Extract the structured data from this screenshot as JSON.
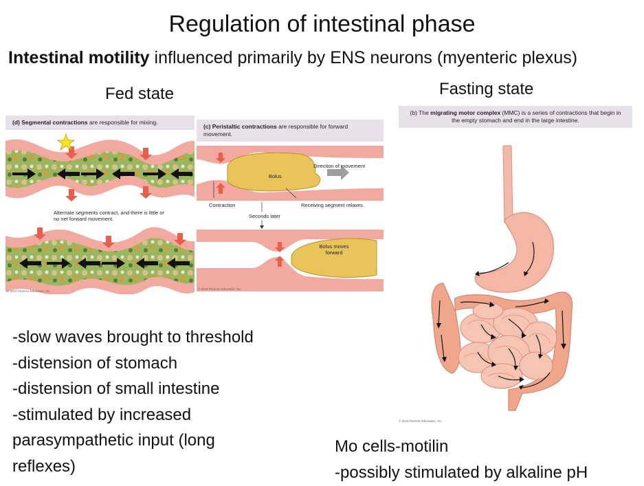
{
  "title": "Regulation of intestinal phase",
  "subtitle": {
    "bold": "Intestinal motility",
    "rest": " influenced primarily by ENS neurons (myenteric plexus)"
  },
  "fed_state": {
    "header": "Fed state",
    "panel_d": {
      "caption_bold": "(d) Segmental contractions",
      "caption_rest": " are responsible for mixing.",
      "note": "Alternate segments contract, and there is little or no net forward movement.",
      "copyright": "© 2016 Pearson Education, Inc."
    },
    "panel_c": {
      "caption_bold": "(c) Peristaltic contractions",
      "caption_rest": " are responsible for forward movement.",
      "bolus": "Bolus",
      "direction": "Direction of movement",
      "contraction": "Contraction",
      "receiving": "Receiving segment relaxes.",
      "seconds_later": "Seconds later",
      "bolus_moves": "Bolus moves forward",
      "copyright": "© 2016 Pearson Education, Inc."
    },
    "bullets": [
      "-slow waves brought to threshold",
      "-distension of stomach",
      "-distension of small intestine",
      "-stimulated by increased",
      "parasympathetic input (long",
      "reflexes)"
    ]
  },
  "fasting_state": {
    "header": "Fasting state",
    "panel_b": {
      "caption_prefix": "(b) The ",
      "caption_bold": "migrating motor complex",
      "caption_rest": " (MMC) is a series of contractions that begin in the empty stomach and end in the large intestine.",
      "copyright": "© 2016 Pearson Education, Inc."
    },
    "mo_lines": [
      "Mo cells-motilin",
      "-possibly stimulated by alkaline pH"
    ]
  },
  "colors": {
    "wall": "#f2a9a0",
    "wall_dark": "#e48878",
    "bolus": "#e8c45a",
    "bolus_edge": "#b8922a",
    "arrow_red": "#e8604c",
    "star": "#f7e620",
    "caption_bg": "#e7e2ea"
  }
}
